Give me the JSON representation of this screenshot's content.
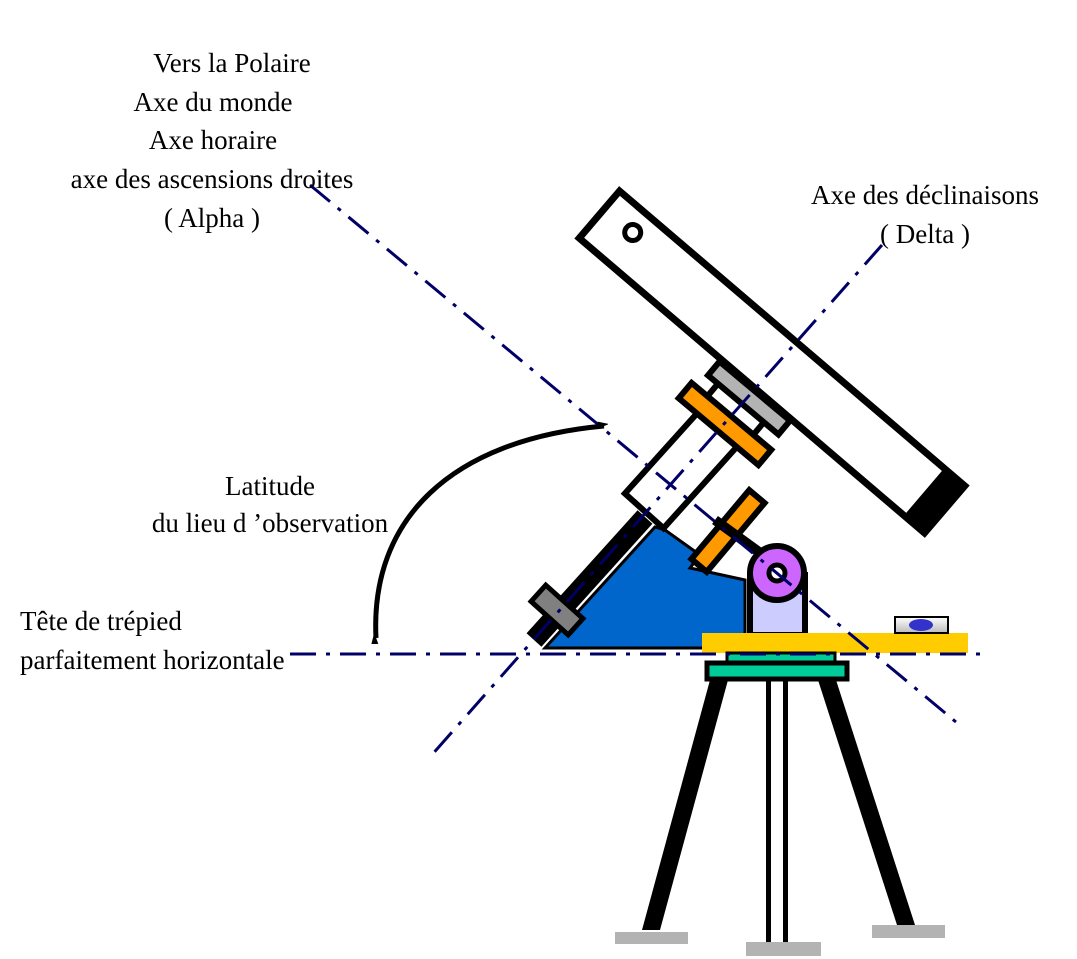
{
  "labels": {
    "polar": [
      "Vers la Polaire",
      "Axe du monde",
      "Axe horaire",
      "axe des ascensions droites",
      "( Alpha )"
    ],
    "declination": [
      "Axe des déclinaisons",
      "( Delta )"
    ],
    "latitude": [
      "Latitude",
      "du lieu d ’observation"
    ],
    "tripod": [
      "Tête de trépied",
      "parfaitement horizontale"
    ]
  },
  "colors": {
    "axis": "#000066",
    "wedge": "#0066cc",
    "clamp": "#ff9900",
    "plate": "#b3b3b3",
    "disc": "#cc66ff",
    "pillar": "#ccccff",
    "tripod_head": "#ffcc00",
    "base_plate": "#00cc99",
    "bubble": "#3333cc"
  }
}
